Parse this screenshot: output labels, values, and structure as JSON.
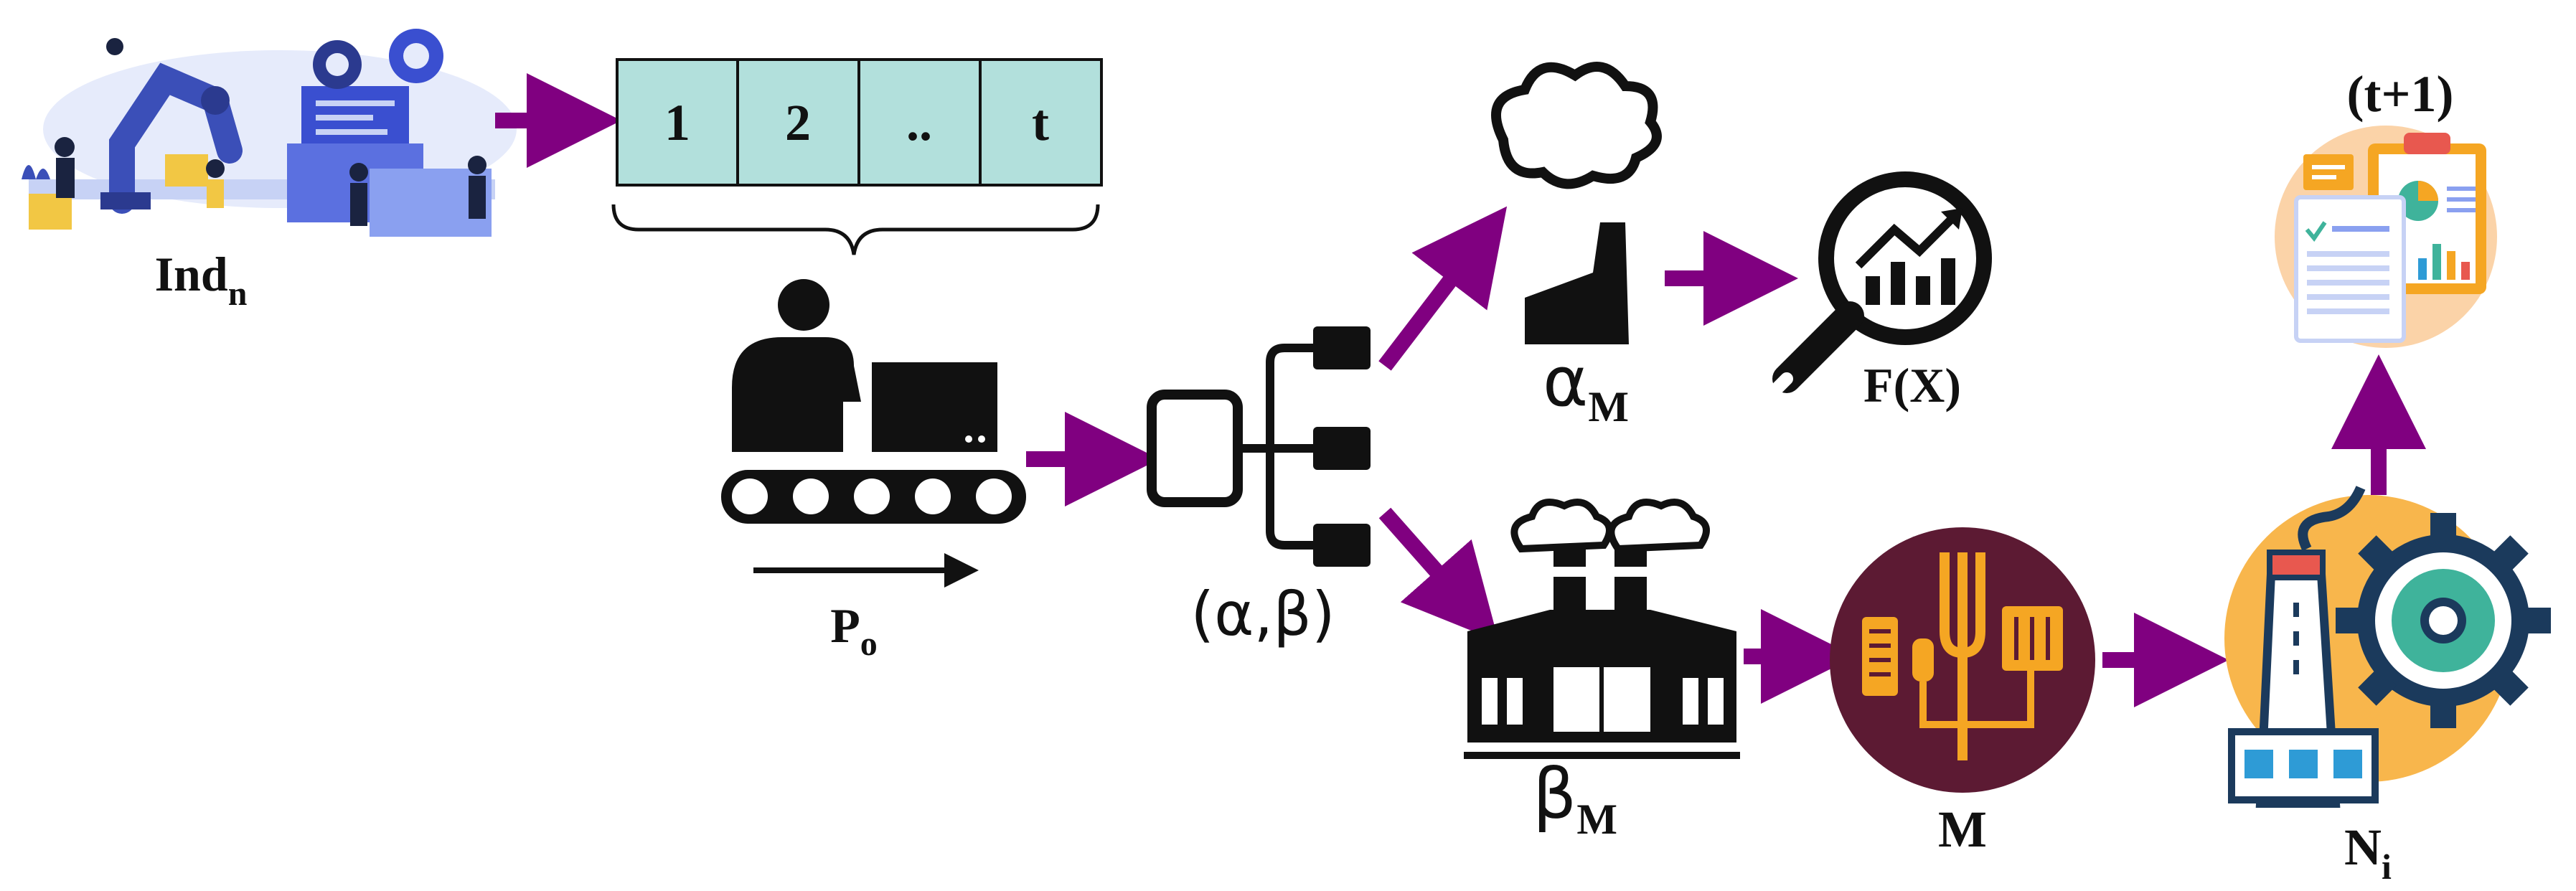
{
  "colors": {
    "arrow": "#800080",
    "timeline_cell": "#b2e0dc",
    "ink": "#111111",
    "m_circle": "#5c1a33",
    "m_icon": "#f5a623",
    "ni_circle": "#f8b64c",
    "gear": "#1b3a5c",
    "gear_inner": "#3fb39b",
    "report_circle": "#fbd3a8"
  },
  "industry": {
    "label": "Ind",
    "sub": "n"
  },
  "timeline": {
    "cells": [
      "1",
      "2",
      "..",
      "t"
    ]
  },
  "production": {
    "label": "P",
    "sub": "o"
  },
  "split": {
    "label": "(α,β)"
  },
  "alpha": {
    "label": "α",
    "sub": "M"
  },
  "forecast": {
    "label": "F(X)"
  },
  "beta": {
    "label": "β",
    "sub": "M"
  },
  "model": {
    "label": "M"
  },
  "node": {
    "label": "N",
    "sub": "i"
  },
  "next": {
    "label": "(t+1)"
  },
  "icons": [
    "industry-illustration",
    "conveyor-worker-icon",
    "tree-split-icon",
    "small-factory-icon",
    "analytics-magnifier-icon",
    "large-factory-icon",
    "circuit-icon",
    "factory-gear-icon",
    "report-icon"
  ]
}
